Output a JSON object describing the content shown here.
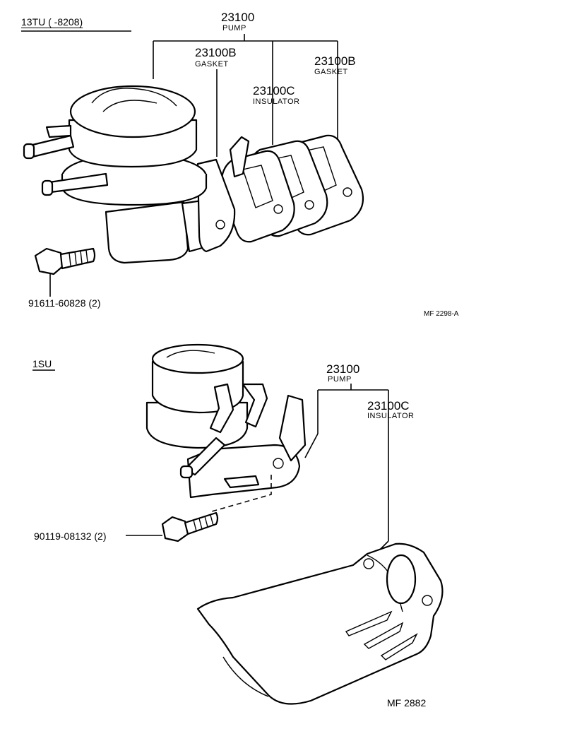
{
  "section1": {
    "heading": "13TU (     -8208)",
    "pump_number": "23100",
    "pump_label": "PUMP",
    "gasket_left_number": "23100B",
    "gasket_left_label": "GASKET",
    "gasket_right_number": "23100B",
    "gasket_right_label": "GASKET",
    "insulator_number": "23100C",
    "insulator_label": "INSULATOR",
    "bolt_label": "91611-60828 (2)",
    "figure_code": "MF 2298-A"
  },
  "section2": {
    "heading": "1SU",
    "pump_number": "23100",
    "pump_label": "PUMP",
    "insulator_number": "23100C",
    "insulator_label": "INSULATOR",
    "bolt_label": "90119-08132 (2)",
    "figure_code": "MF 2882"
  },
  "icons": [
    "fuel-pump-icon",
    "gasket-icon",
    "insulator-icon",
    "bolt-icon",
    "heat-shield-icon"
  ]
}
